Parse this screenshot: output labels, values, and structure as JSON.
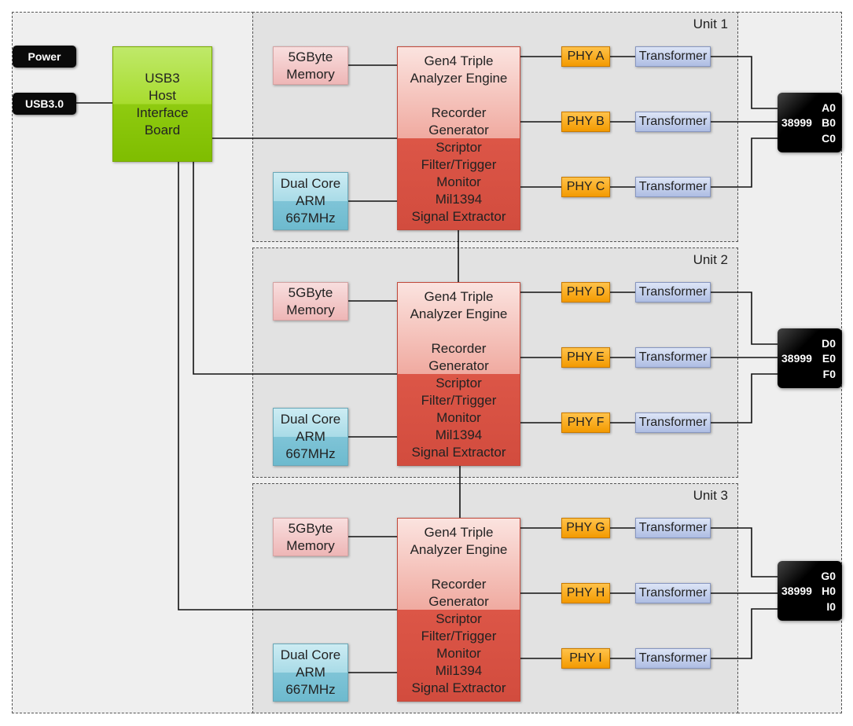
{
  "left_ports": {
    "power": "Power",
    "usb": "USB3.0"
  },
  "host_board": {
    "lines": [
      "USB3",
      "Host",
      "Interface",
      "Board"
    ]
  },
  "units": [
    {
      "label": "Unit 1",
      "memory": [
        "5GByte",
        "Memory"
      ],
      "arm": [
        "Dual Core",
        "ARM",
        "667MHz"
      ],
      "engine_top": [
        "Gen4 Triple",
        "Analyzer Engine"
      ],
      "engine_mid": [
        "Recorder",
        "Generator"
      ],
      "engine_bottom": [
        "Scriptor",
        "Filter/Trigger",
        "Monitor",
        "Mil1394",
        "Signal Extractor"
      ],
      "phys": [
        "PHY A",
        "PHY B",
        "PHY C"
      ],
      "transformers": [
        "Transformer",
        "Transformer",
        "Transformer"
      ],
      "connector": {
        "model": "38999",
        "ports": [
          "A0",
          "B0",
          "C0"
        ]
      }
    },
    {
      "label": "Unit 2",
      "memory": [
        "5GByte",
        "Memory"
      ],
      "arm": [
        "Dual Core",
        "ARM",
        "667MHz"
      ],
      "engine_top": [
        "Gen4 Triple",
        "Analyzer Engine"
      ],
      "engine_mid": [
        "Recorder",
        "Generator"
      ],
      "engine_bottom": [
        "Scriptor",
        "Filter/Trigger",
        "Monitor",
        "Mil1394",
        "Signal Extractor"
      ],
      "phys": [
        "PHY D",
        "PHY E",
        "PHY F"
      ],
      "transformers": [
        "Transformer",
        "Transformer",
        "Transformer"
      ],
      "connector": {
        "model": "38999",
        "ports": [
          "D0",
          "E0",
          "F0"
        ]
      }
    },
    {
      "label": "Unit 3",
      "memory": [
        "5GByte",
        "Memory"
      ],
      "arm": [
        "Dual Core",
        "ARM",
        "667MHz"
      ],
      "engine_top": [
        "Gen4 Triple",
        "Analyzer Engine"
      ],
      "engine_mid": [
        "Recorder",
        "Generator"
      ],
      "engine_bottom": [
        "Scriptor",
        "Filter/Trigger",
        "Monitor",
        "Mil1394",
        "Signal Extractor"
      ],
      "phys": [
        "PHY G",
        "PHY H",
        "PHY I"
      ],
      "transformers": [
        "Transformer",
        "Transformer",
        "Transformer"
      ],
      "connector": {
        "model": "38999",
        "ports": [
          "G0",
          "H0",
          "I0"
        ]
      }
    }
  ],
  "colors": {
    "host_board": "#9ad21c",
    "engine": "#dc5647",
    "phy": "#f7a400",
    "transformer": "#b9c6e8",
    "memory": "#f2c4c4",
    "arm": "#8ccbdc"
  }
}
